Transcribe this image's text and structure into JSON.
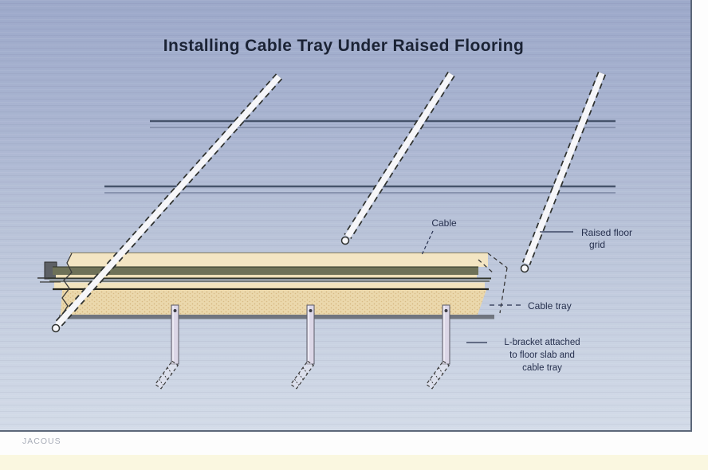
{
  "diagram": {
    "title": "Installing Cable Tray Under Raised Flooring",
    "labels": {
      "cable": "Cable",
      "raised_floor_grid": [
        "Raised floor",
        "grid"
      ],
      "cable_tray": "Cable tray",
      "bracket": [
        "L-bracket attached",
        "to floor slab and",
        "cable tray"
      ]
    },
    "colors": {
      "background_top": "#9da9ca",
      "background_bottom": "#d3dbe8",
      "title_ink": "#1b2335",
      "label_ink": "#26304e",
      "grid_rail_dark": "#46536b",
      "grid_rail_light": "#8893af",
      "tube_fill": "#f6f6f9",
      "tube_outline": "#2f3230",
      "tray_top_face": "#f3e5c3",
      "tray_front_face": "#ebd8ac",
      "cable_band": "#6e7158",
      "bracket_fill": "#dcd7e7",
      "footer_cream": "#faf7e0"
    }
  },
  "footer": {
    "credit": "JACOUS"
  }
}
